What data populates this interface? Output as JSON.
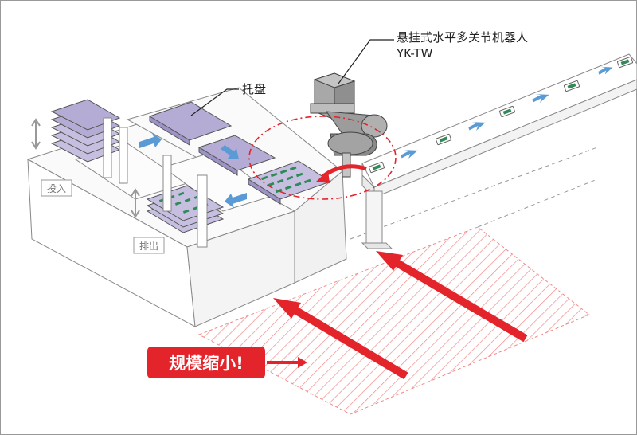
{
  "labels": {
    "robot_name": "悬挂式水平多关节机器人",
    "robot_model": "YK-TW",
    "tray": "托盘",
    "input": "投入",
    "output": "排出"
  },
  "callout": {
    "text": "规模缩小!"
  },
  "colors": {
    "tray": "#b5acd6",
    "callout": "#e3242b",
    "flow_arrow": "#5b9bd5",
    "component": "#2e8b57"
  }
}
